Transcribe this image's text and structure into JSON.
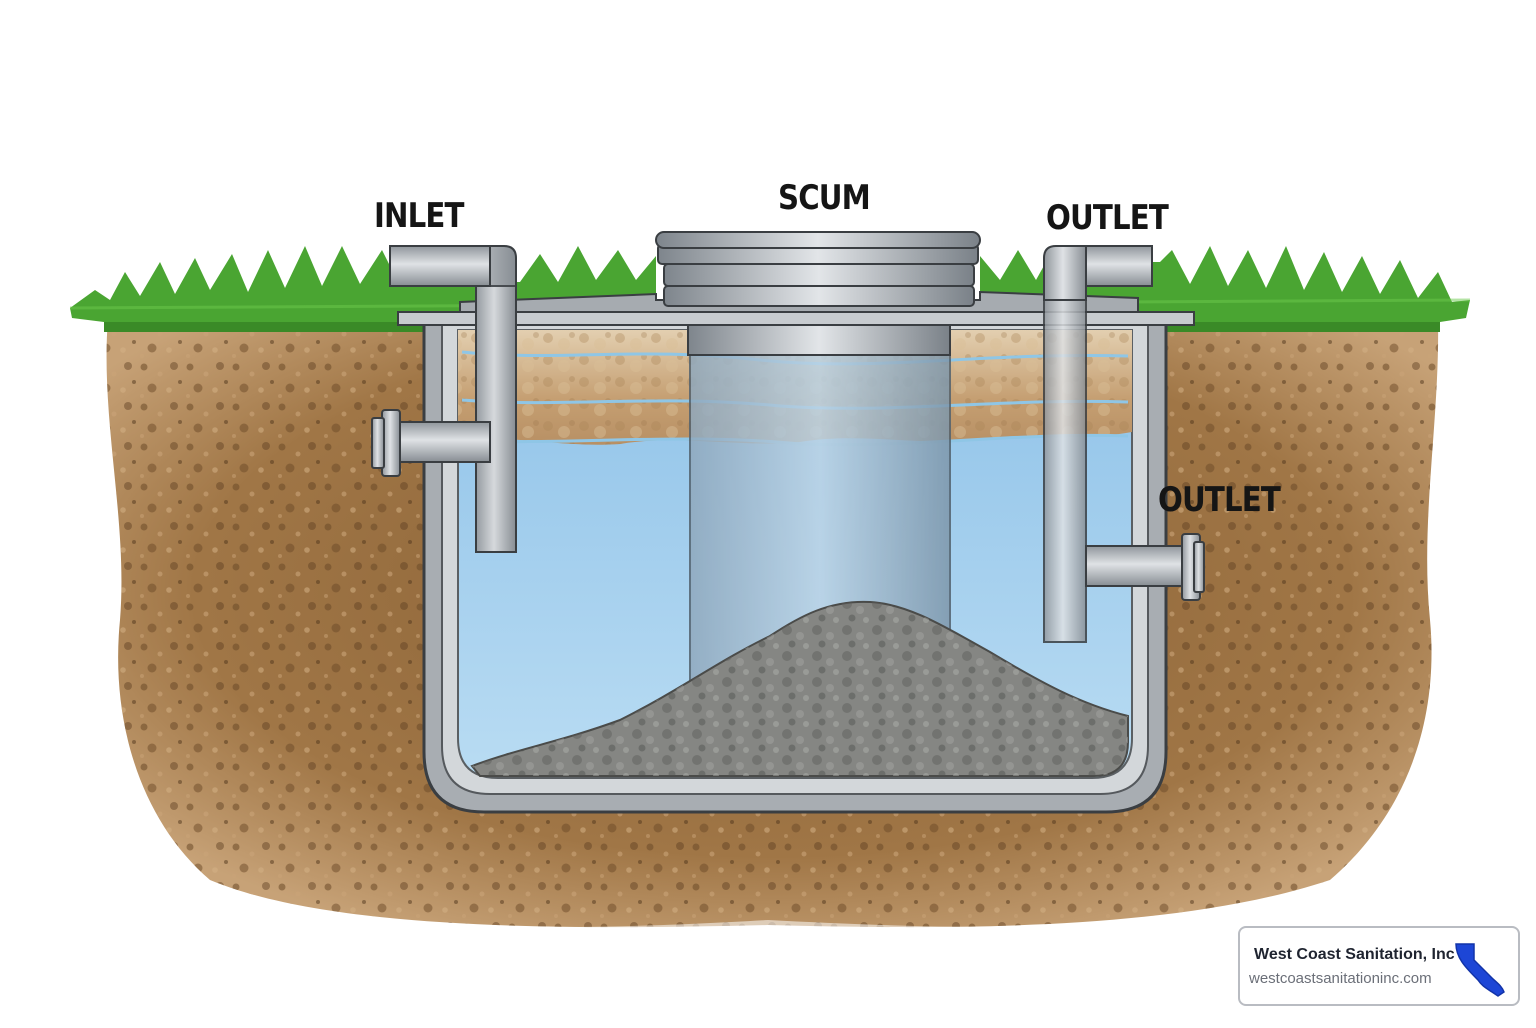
{
  "diagram": {
    "labels": {
      "inlet": "INLET",
      "scum": "SCUM",
      "outlet_top": "OUTLET",
      "outlet_side": "OUTLET"
    }
  },
  "badge": {
    "company": "West Coast Sanitation, Inc",
    "website": "westcoastsanitationinc.com",
    "logo_icon": "california-state-icon"
  },
  "colors": {
    "grass": "#4aa532",
    "soil": "#8a6236",
    "water": "#a9d1ee",
    "scum": "#c9a77a",
    "sludge": "#7f807d",
    "tank": "#9ea3a8",
    "logo": "#1d46d6"
  }
}
